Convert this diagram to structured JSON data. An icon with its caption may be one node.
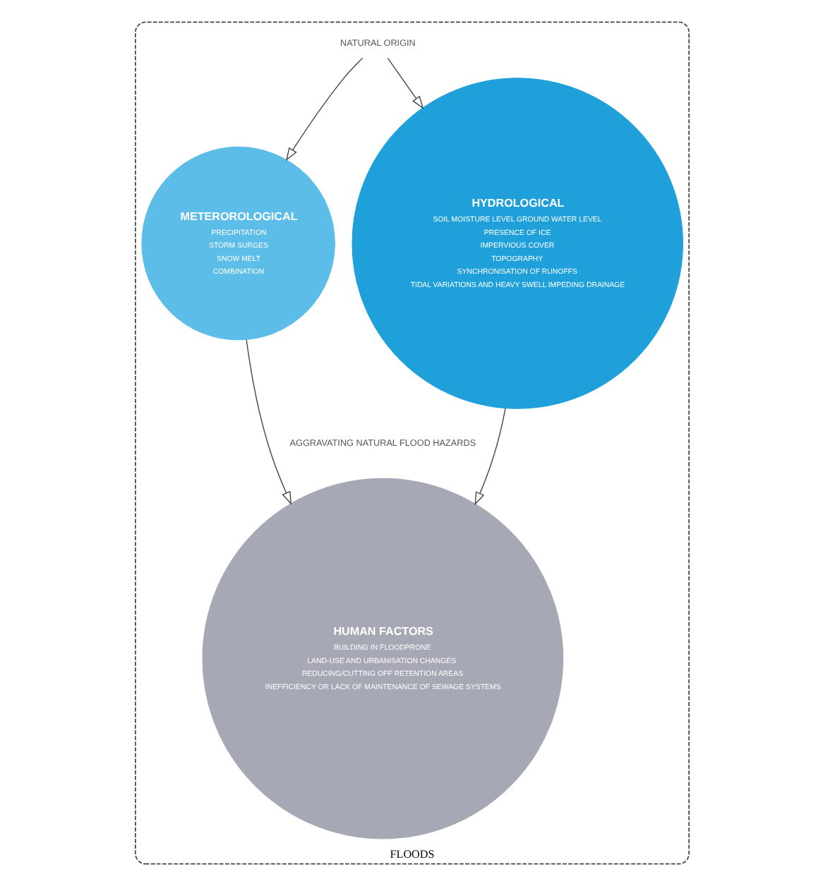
{
  "diagram": {
    "nodes": [
      {
        "text": [
          "FLOODS"
        ]
      },
      {
        "text": [
          "NATURAL ORIGIN"
        ],
        "in": 0
      },
      {
        "text": [
          "METEROROLOGICAL",
          "PRECIPITATION",
          "STORM SURGES",
          "SNOW MELT",
          "COMBINATION"
        ],
        "in": 0
      },
      {
        "text": [
          "HYDROLOGICAL",
          "SOIL MOISTURE LEVEL GROUND WATER LEVEL",
          "PRESENCE OF ICE",
          "IMPERVIOUS COVER",
          "TOPOGRAPHY",
          "SYNCHRONISATION OF RUNOFFS",
          "TIDAL VARIATIONS AND HEAVY SWELL IMPEDING DRAINAGE"
        ],
        "in": 0
      },
      {
        "text": [
          "HUMAN FACTORS",
          "BUILDING IN FLOODPRONE",
          "LAND-USE AND URBANISATION CHANGES",
          "REDUCING/CUTTING OFF RETENTION AREAS",
          "INEFFICIENCY OR LACK OF MAINTENANCE OF SEWAGE SYSTEMS"
        ],
        "in": 0
      }
    ],
    "edges": [
      {
        "from": 1,
        "to": 2,
        "arrow": "to"
      },
      {
        "from": 1,
        "to": 3,
        "arrow": "to"
      },
      {
        "from": 2,
        "to": 4,
        "arrow": "to"
      },
      {
        "from": 3,
        "to": 4,
        "arrow": "to"
      }
    ],
    "labels": [
      "AGGRAVATING NATURAL FLOOD HAZARDS"
    ]
  }
}
